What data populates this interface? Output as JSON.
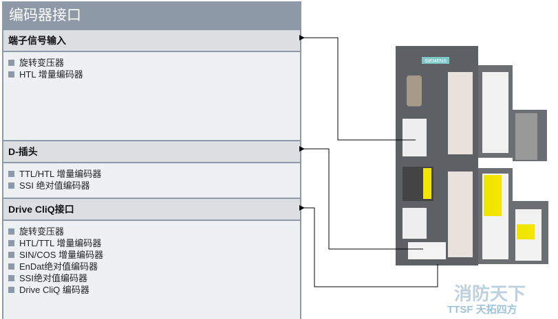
{
  "title": "编码器接口",
  "sections": [
    {
      "header": "端子信号输入",
      "items": [
        "旋转变压器",
        "HTL 增量编码器"
      ]
    },
    {
      "header": "D-插头",
      "items": [
        "TTL/HTL 增量编码器",
        "SSI 绝对值编码器"
      ]
    },
    {
      "header": "Drive CliQ接口",
      "items": [
        "旋转变压器",
        "HTL/TTL 增量编码器",
        "SIN/COS 增量编码器",
        "EnDat绝对值编码器",
        "SSI绝对值编码器",
        "Drive CliQ 编码器"
      ]
    }
  ],
  "device": {
    "brand": "SIEMENS"
  },
  "watermark": {
    "line1": "消防天下",
    "line2": "TTSF 天拓四方"
  },
  "colors": {
    "title_bg": "#8d99a6",
    "header_bg": "#dcdfe2",
    "body_bg": "#eef1f4",
    "accent_yellow": "#f2e600"
  }
}
